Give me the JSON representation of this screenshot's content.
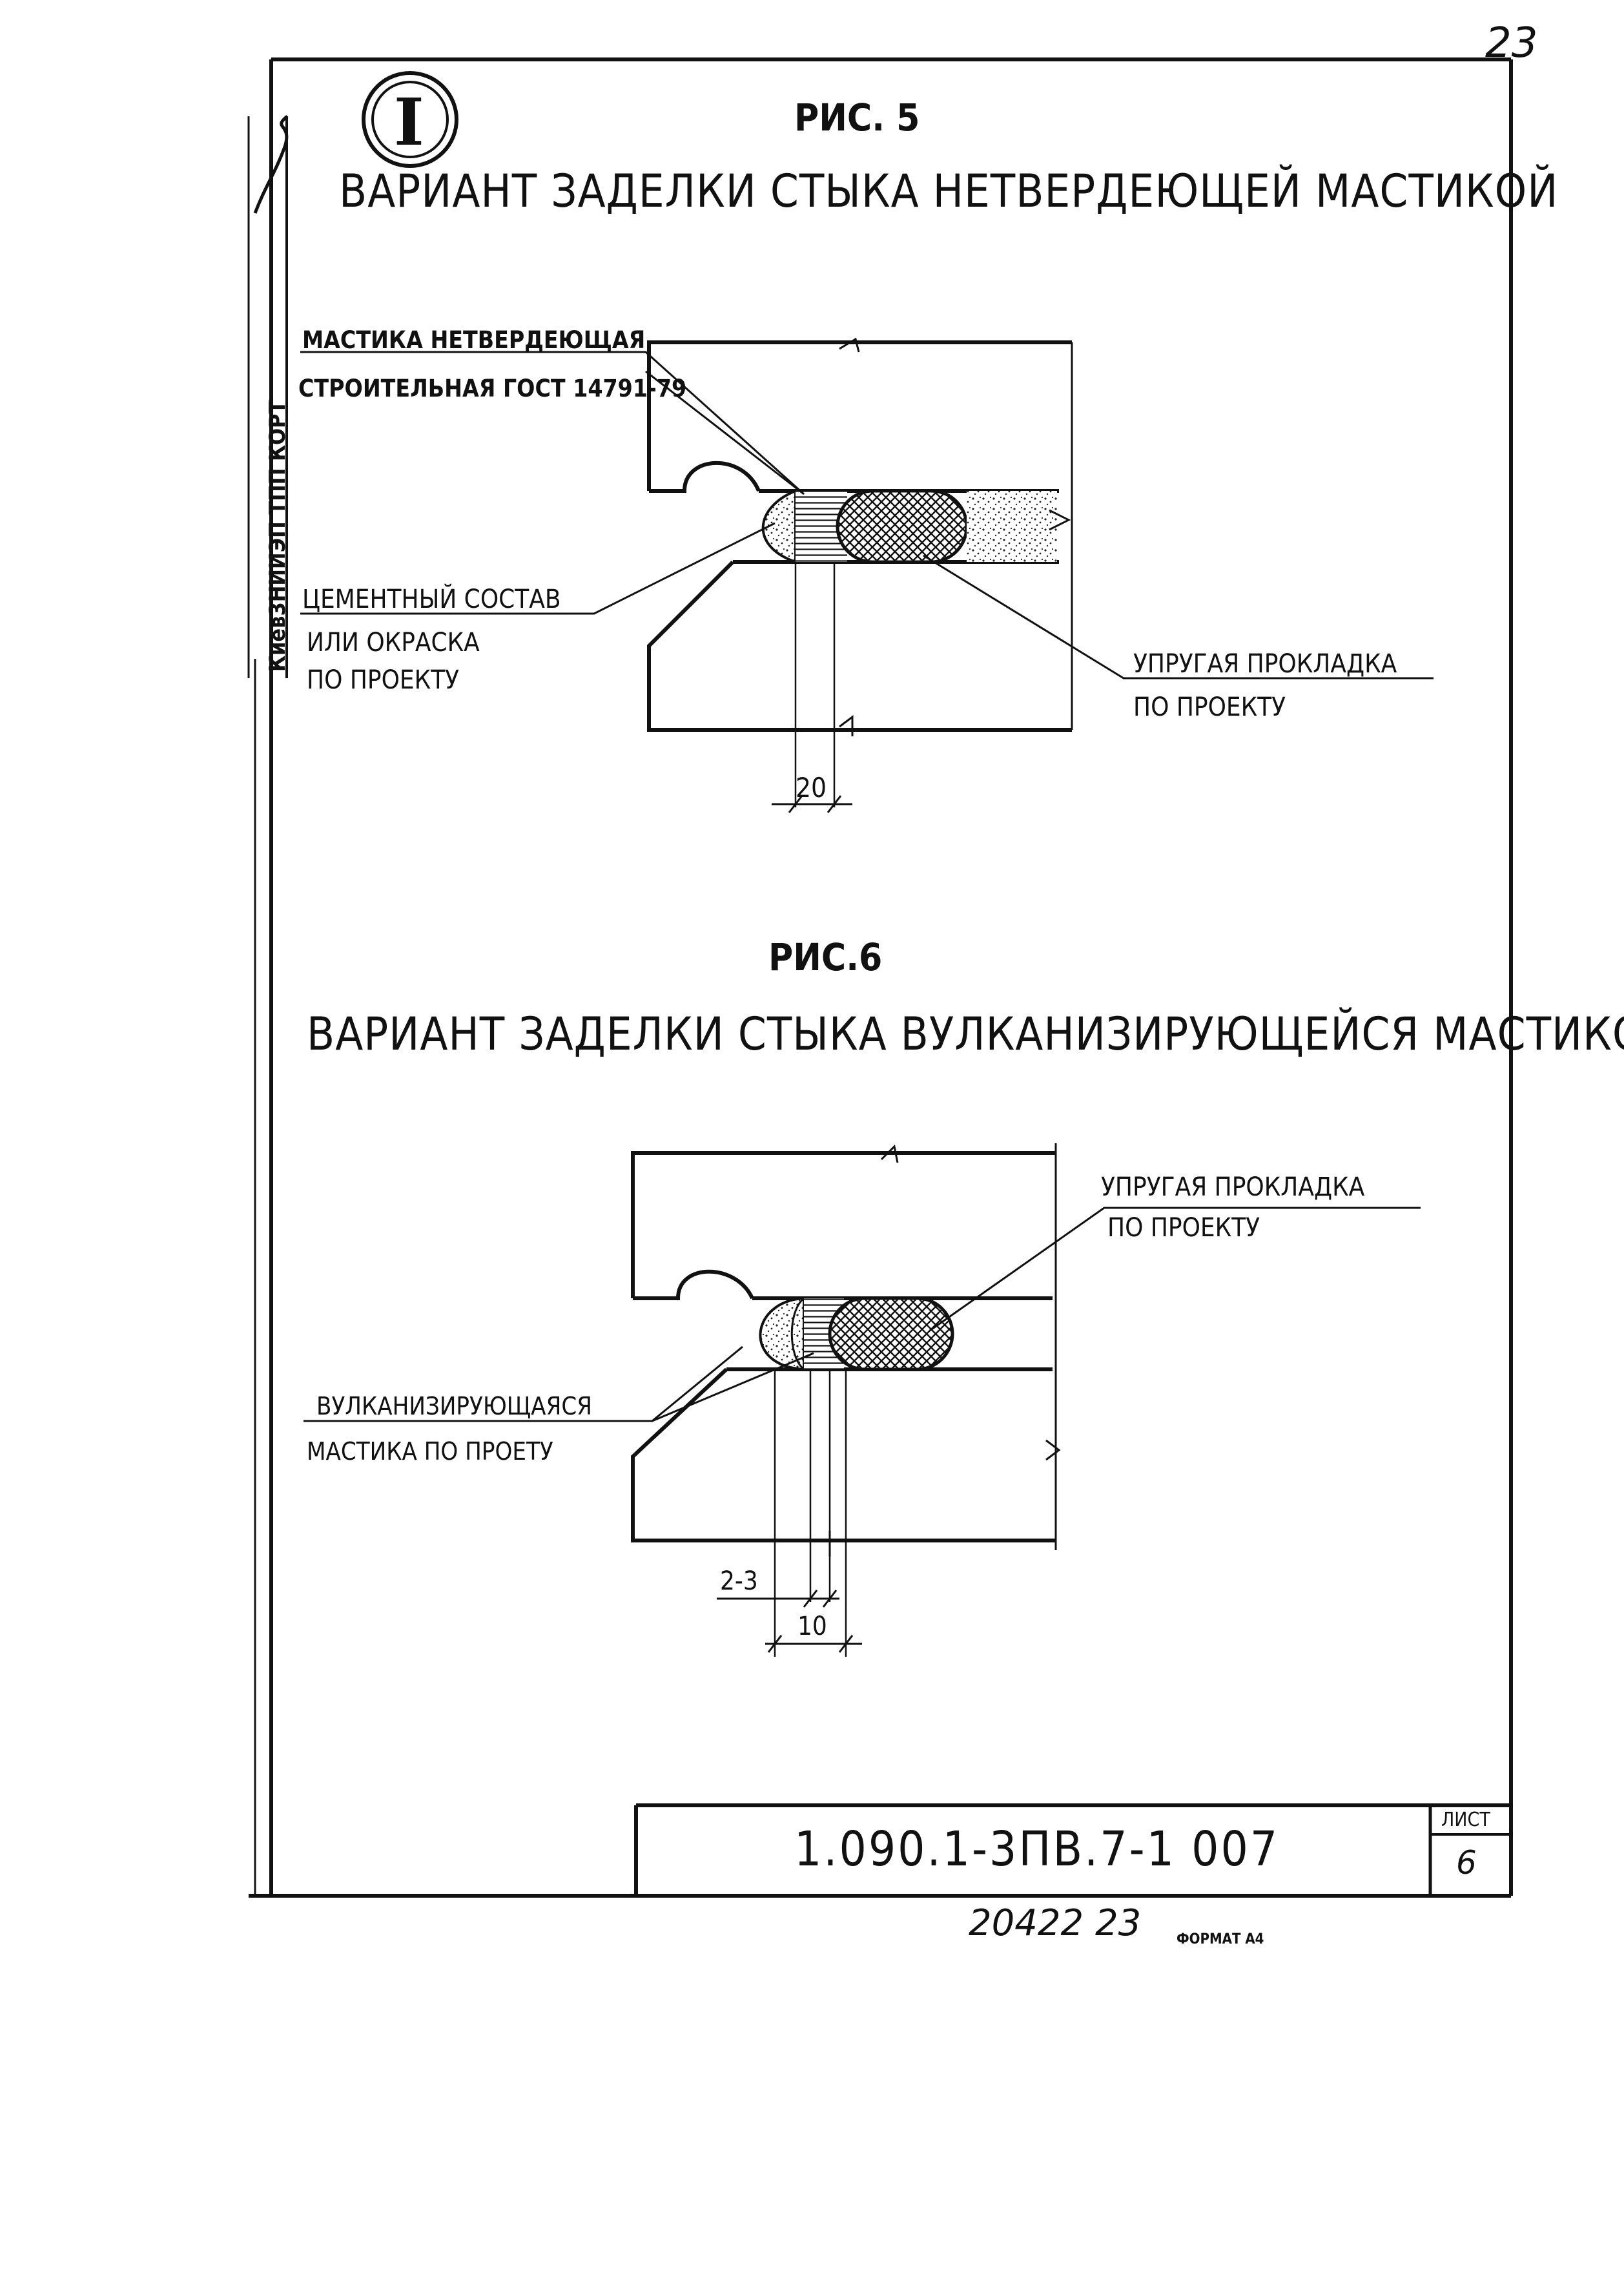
{
  "page_number_top": "23",
  "sheet_marker": "I",
  "fig5": {
    "number": "РИС. 5",
    "title": "ВАРИАНТ ЗАДЕЛКИ СТЫКА НЕТВЕРДЕЮЩЕЙ МАСТИКОЙ",
    "label_mastic_line1": "МАСТИКА НЕТВЕРДЕЮЩАЯ",
    "label_mastic_line2": "СТРОИТЕЛЬНАЯ ГОСТ 14791-79",
    "label_cement_line1": "ЦЕМЕНТНЫЙ СОСТАВ",
    "label_cement_line2": "ИЛИ ОКРАСКА",
    "label_cement_line3": "ПО ПРОЕКТУ",
    "label_gasket_line1": "УПРУГАЯ ПРОКЛАДКА",
    "label_gasket_line2": "ПО ПРОЕКТУ",
    "dim_width": "20"
  },
  "fig6": {
    "number": "РИС.6",
    "title": "ВАРИАНТ ЗАДЕЛКИ СТЫКА ВУЛКАНИЗИРУЮЩЕЙСЯ МАСТИКОЙ",
    "label_gasket_line1": "УПРУГАЯ ПРОКЛАДКА",
    "label_gasket_line2": "ПО ПРОЕКТУ",
    "label_mastic_line1": "ВУЛКАНИЗИРУЮЩАЯСЯ",
    "label_mastic_line2": "МАСТИКА ПО ПРОЕТУ",
    "dim_small": "2-3",
    "dim_width": "10"
  },
  "margin_stamp": "Киев3НИИЭП  ТПП КОРТ",
  "title_block": {
    "doc_code": "1.090.1-3ПВ.7-1 007",
    "sheet_label": "ЛИСТ",
    "sheet_number": "6"
  },
  "footer": {
    "inventory": "20422  23",
    "format": "ФОРМАТ А4"
  }
}
